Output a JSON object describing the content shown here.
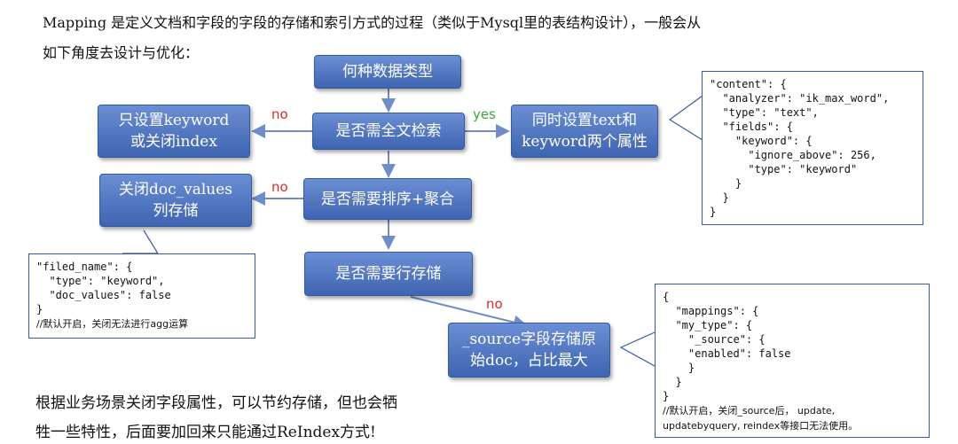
{
  "intro": {
    "line1": "Mapping 是定义文档和字段的字段的存储和索引方式的过程（类似于Mysql里的表结构设计），一般会从",
    "line2": "如下角度去设计与优化："
  },
  "nodes": {
    "data_type": "何种数据类型",
    "fulltext": "是否需全文检索",
    "keyword_only": "只设置keyword\n或关闭index",
    "text_and_keyword": "同时设置text和\nkeyword两个属性",
    "sort_agg": "是否需要排序+聚合",
    "close_doc_values": "关闭doc_values\n列存储",
    "store": "是否需要行存储",
    "source": "_source字段存储原\n始doc，占比最大"
  },
  "edge_labels": {
    "no1": "no",
    "yes1": "yes",
    "no2": "no",
    "no3": "no"
  },
  "code": {
    "content": "\"content\": {\n  \"analyzer\": \"ik_max_word\",\n  \"type\": \"text\",\n  \"fields\": {\n    \"keyword\": {\n      \"ignore_above\": 256,\n      \"type\": \"keyword\"\n    }\n  }\n}",
    "filed_name": "\"filed_name\": {\n  \"type\": \"keyword\",\n  \"doc_values\": false\n}",
    "filed_comment": "//默认开启，关闭无法进行agg运算",
    "mappings": "{\n  \"mappings\": {\n  \"my_type\": {\n    \"_source\": {\n    \"enabled\": false\n    }\n  }\n}",
    "mappings_comment1": "//默认开启，关闭_source后， update,",
    "mappings_comment2": "updatebyquery, reindex等接口无法使用。"
  },
  "footer": {
    "line1": "根据业务场景关闭字段属性，可以节约存储，但也会牺",
    "line2": "牲一些特性，后面要加回来只能通过ReIndex方式!"
  },
  "colors": {
    "box_top": "#6a8fd4",
    "box_bottom": "#3f64b1",
    "no_label": "#d92b2b",
    "yes_label": "#3aa53a",
    "arrow": "#6f8ec9"
  }
}
